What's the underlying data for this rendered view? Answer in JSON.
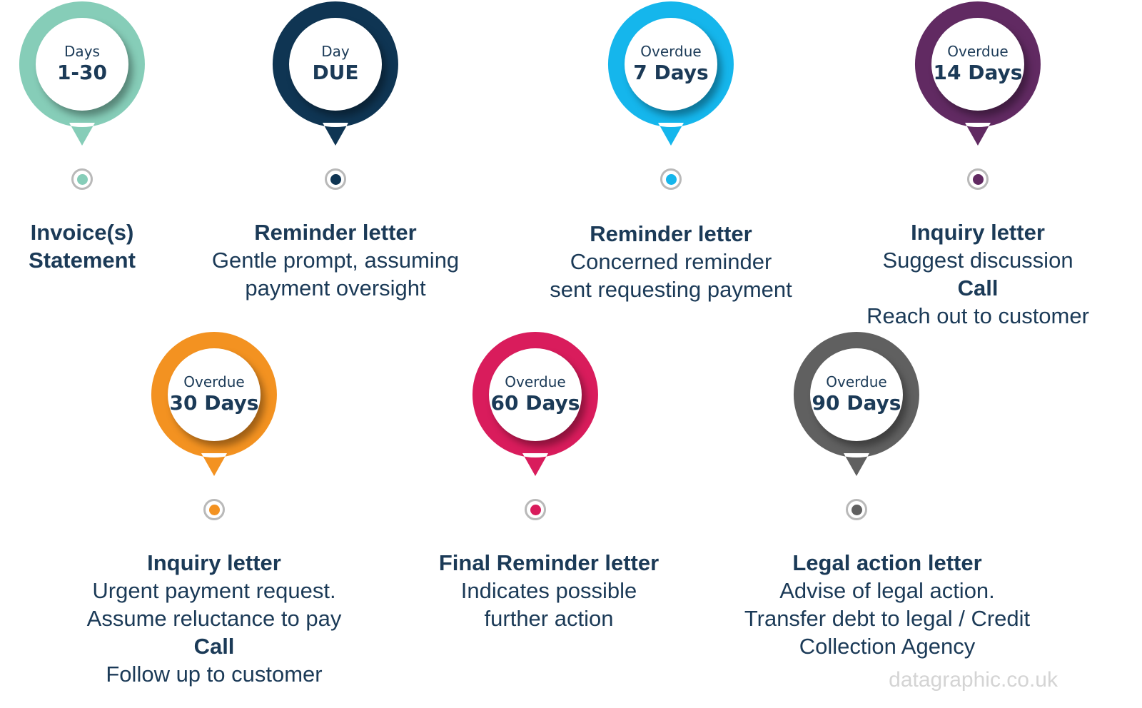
{
  "stages": [
    {
      "label_small": "Days",
      "label_big": "1-30",
      "color": "#86cdb8",
      "lines": [
        {
          "text": "Invoice(s)",
          "bold": true
        },
        {
          "text": "Statement",
          "bold": true
        }
      ]
    },
    {
      "label_small": "Day",
      "label_big": "DUE",
      "color": "#0f3553",
      "lines": [
        {
          "text": "Reminder letter",
          "bold": true
        },
        {
          "text": "Gentle prompt, assuming",
          "bold": false
        },
        {
          "text": "payment oversight",
          "bold": false
        }
      ]
    },
    {
      "label_small": "Overdue",
      "label_big": "7 Days",
      "color": "#15b6ec",
      "lines": [
        {
          "text": "Reminder letter",
          "bold": true
        },
        {
          "text": "Concerned reminder",
          "bold": false
        },
        {
          "text": "sent requesting payment",
          "bold": false
        }
      ]
    },
    {
      "label_small": "Overdue",
      "label_big": "14 Days",
      "color": "#612a62",
      "lines": [
        {
          "text": "Inquiry letter",
          "bold": true
        },
        {
          "text": "Suggest discussion",
          "bold": false
        },
        {
          "text": "Call",
          "bold": true
        },
        {
          "text": "Reach out to customer",
          "bold": false
        }
      ]
    },
    {
      "label_small": "Overdue",
      "label_big": "30 Days",
      "color": "#f39221",
      "lines": [
        {
          "text": "Inquiry letter",
          "bold": true
        },
        {
          "text": "Urgent payment request.",
          "bold": false
        },
        {
          "text": "Assume reluctance to pay",
          "bold": false
        },
        {
          "text": "Call",
          "bold": true
        },
        {
          "text": "Follow up to customer",
          "bold": false
        }
      ]
    },
    {
      "label_small": "Overdue",
      "label_big": "60 Days",
      "color": "#d91c5c",
      "lines": [
        {
          "text": "Final Reminder letter",
          "bold": true
        },
        {
          "text": "Indicates possible",
          "bold": false
        },
        {
          "text": "further action",
          "bold": false
        }
      ]
    },
    {
      "label_small": "Overdue",
      "label_big": "90 Days",
      "color": "#606060",
      "lines": [
        {
          "text": "Legal action letter",
          "bold": true
        },
        {
          "text": "Advise of legal action.",
          "bold": false
        },
        {
          "text": "Transfer debt to legal / Credit",
          "bold": false
        },
        {
          "text": "Collection Agency",
          "bold": false
        }
      ]
    }
  ],
  "watermark": "datagraphic.co.uk"
}
